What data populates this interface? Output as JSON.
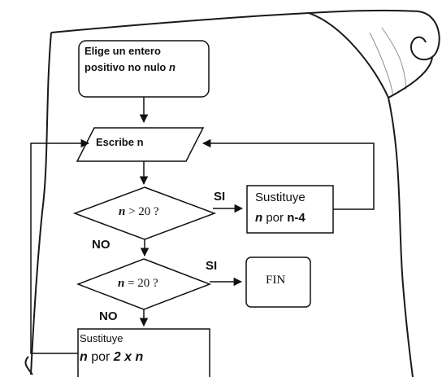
{
  "start": {
    "line1": "Elige un entero",
    "line2_prefix": "positivo no nulo ",
    "line2_var": "n"
  },
  "write": {
    "label": "Escribe n"
  },
  "decision1": {
    "var": "n",
    "rest": " > 20 ?"
  },
  "decision2": {
    "var": "n",
    "rest": " = 20 ?"
  },
  "subtract": {
    "line1": "Sustituye",
    "var": "n",
    "mid": " por ",
    "expr": "n-4"
  },
  "end": {
    "label": "FIN"
  },
  "double": {
    "line1": "Sustituye",
    "var": "n",
    "mid": " por ",
    "expr": "2 x n"
  },
  "branches": {
    "yes1": "SI",
    "no1": "NO",
    "yes2": "SI",
    "no2": "NO"
  }
}
